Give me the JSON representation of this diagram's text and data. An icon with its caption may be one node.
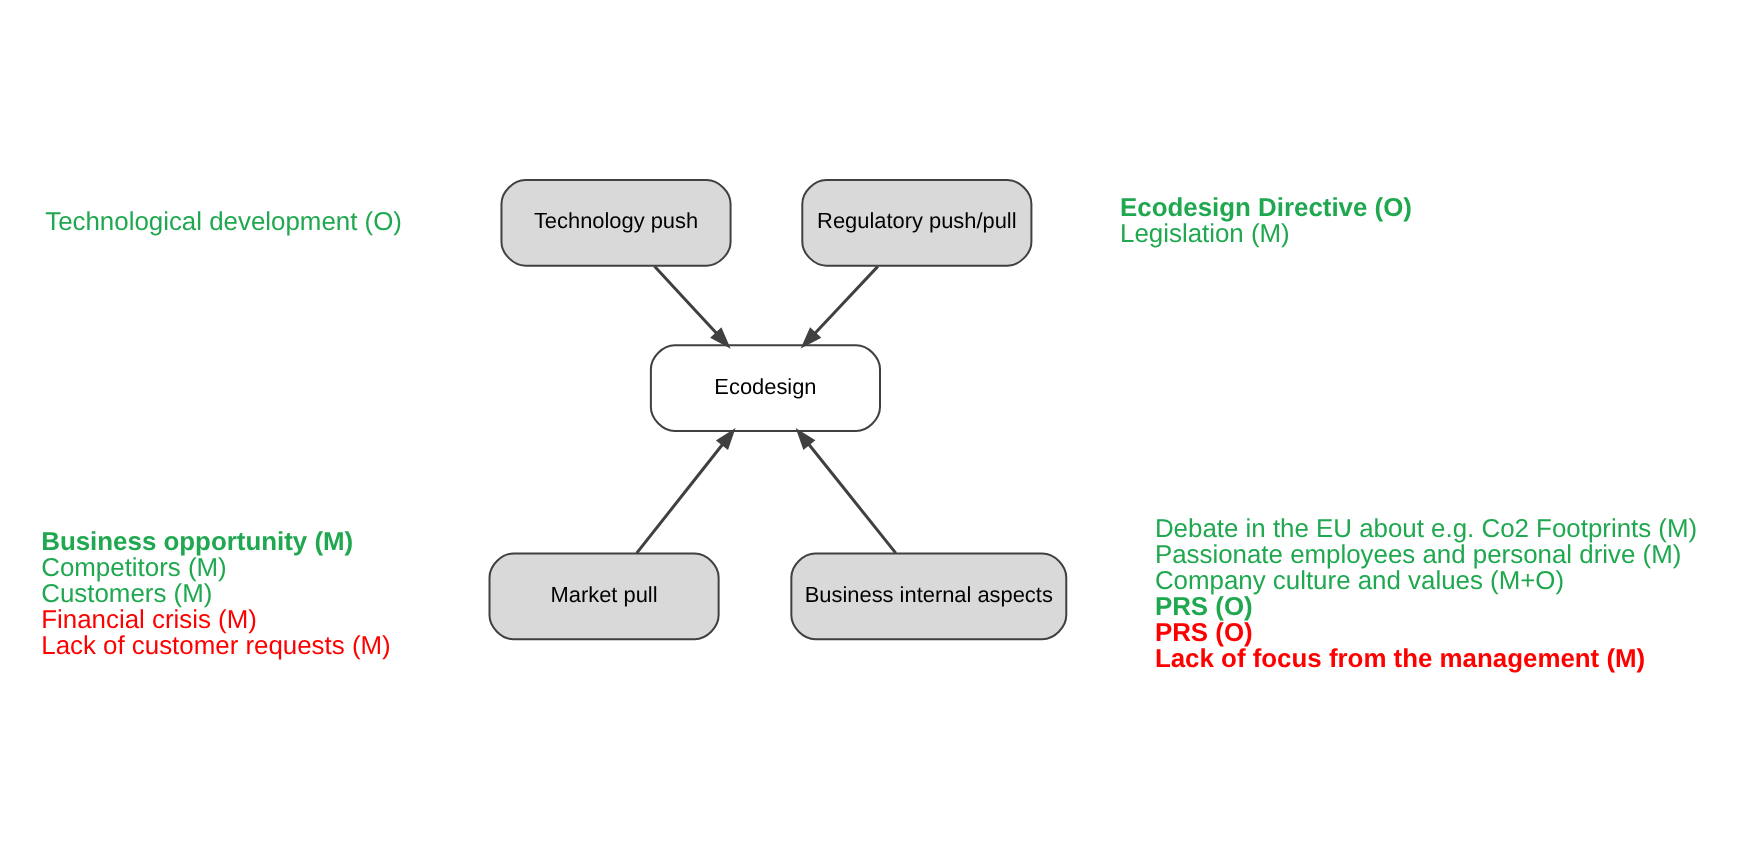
{
  "diagram": {
    "nodes": [
      {
        "text": [
          "Technology push"
        ],
        "beside": [
          "Technological development (O)"
        ]
      },
      {
        "text": [
          "Regulatory push/pull"
        ],
        "beside": [
          "Ecodesign Directive (O)",
          "Legislation (M)"
        ]
      },
      {
        "text": [
          "Ecodesign"
        ]
      },
      {
        "text": [
          "Market pull"
        ],
        "beside": [
          "Business opportunity (M)",
          "Competitors (M)",
          "Customers (M)",
          "Financial crisis (M)",
          "Lack of customer requests (M)"
        ]
      },
      {
        "text": [
          "Business internal aspects"
        ],
        "beside": [
          "Debate in the EU about e.g. Co2 Footprints (M)",
          "Passionate employees and personal drive (M)",
          "Company culture and values (M+O)",
          "PRS (O)",
          "PRS (O)",
          "Lack of focus from the management (M)"
        ]
      }
    ],
    "edges": [
      {
        "from": 0,
        "to": 2,
        "arrow": "to"
      },
      {
        "from": 1,
        "to": 2,
        "arrow": "to"
      },
      {
        "from": 3,
        "to": 2,
        "arrow": "to"
      },
      {
        "from": 4,
        "to": 2,
        "arrow": "to"
      }
    ]
  }
}
